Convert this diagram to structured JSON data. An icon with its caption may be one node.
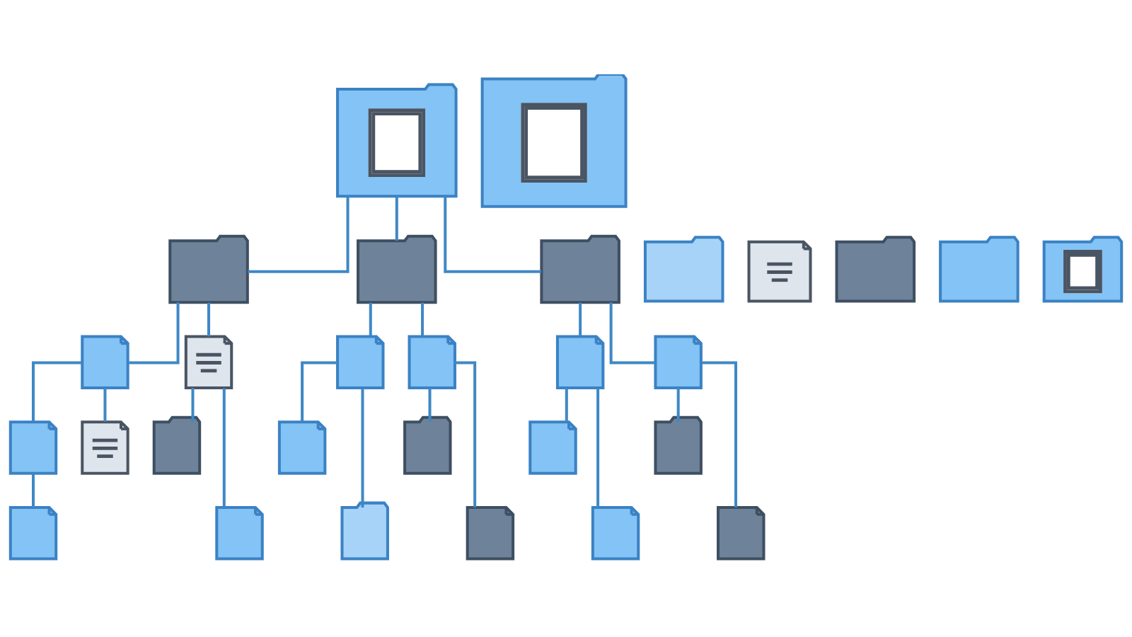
{
  "diagram": {
    "nodes": [
      {
        "text": [],
        "shape": "folder"
      },
      {
        "text": [],
        "shape": "folder"
      },
      {
        "text": [],
        "shape": "folder"
      },
      {
        "text": [],
        "shape": "folder"
      },
      {
        "text": [],
        "shape": "file"
      },
      {
        "text": [],
        "shape": "document"
      },
      {
        "text": [],
        "shape": "file"
      },
      {
        "text": [],
        "shape": "file"
      },
      {
        "text": [],
        "shape": "file"
      },
      {
        "text": [],
        "shape": "file"
      },
      {
        "text": [],
        "shape": "file"
      },
      {
        "text": [],
        "shape": "document"
      },
      {
        "text": [],
        "shape": "folder"
      },
      {
        "text": [],
        "shape": "file"
      },
      {
        "text": [],
        "shape": "folder"
      },
      {
        "text": [],
        "shape": "file"
      },
      {
        "text": [],
        "shape": "folder"
      },
      {
        "text": [],
        "shape": "file"
      },
      {
        "text": [],
        "shape": "file"
      },
      {
        "text": [],
        "shape": "folder"
      },
      {
        "text": [],
        "shape": "file"
      },
      {
        "text": [],
        "shape": "file"
      },
      {
        "text": [],
        "shape": "file"
      },
      {
        "text": [],
        "shape": "folder"
      },
      {
        "text": [],
        "shape": "folder"
      },
      {
        "text": [],
        "shape": "document"
      },
      {
        "text": [],
        "shape": "folder"
      },
      {
        "text": [],
        "shape": "folder"
      },
      {
        "text": [],
        "shape": "folder"
      }
    ],
    "edges": [
      {
        "from": 0,
        "to": 1,
        "arrow": "none"
      },
      {
        "from": 0,
        "to": 2,
        "arrow": "none"
      },
      {
        "from": 0,
        "to": 3,
        "arrow": "none"
      },
      {
        "from": 1,
        "to": 4,
        "arrow": "none"
      },
      {
        "from": 1,
        "to": 5,
        "arrow": "none"
      },
      {
        "from": 2,
        "to": 6,
        "arrow": "none"
      },
      {
        "from": 2,
        "to": 7,
        "arrow": "none"
      },
      {
        "from": 3,
        "to": 8,
        "arrow": "none"
      },
      {
        "from": 3,
        "to": 9,
        "arrow": "none"
      },
      {
        "from": 4,
        "to": 10,
        "arrow": "none"
      },
      {
        "from": 4,
        "to": 11,
        "arrow": "none"
      },
      {
        "from": 10,
        "to": 17,
        "arrow": "none"
      },
      {
        "from": 5,
        "to": 12,
        "arrow": "none"
      },
      {
        "from": 5,
        "to": 18,
        "arrow": "none"
      },
      {
        "from": 6,
        "to": 13,
        "arrow": "none"
      },
      {
        "from": 6,
        "to": 19,
        "arrow": "none"
      },
      {
        "from": 7,
        "to": 14,
        "arrow": "none"
      },
      {
        "from": 7,
        "to": 20,
        "arrow": "none"
      },
      {
        "from": 8,
        "to": 15,
        "arrow": "none"
      },
      {
        "from": 8,
        "to": 21,
        "arrow": "none"
      },
      {
        "from": 9,
        "to": 16,
        "arrow": "none"
      },
      {
        "from": 9,
        "to": 22,
        "arrow": "none"
      }
    ]
  }
}
